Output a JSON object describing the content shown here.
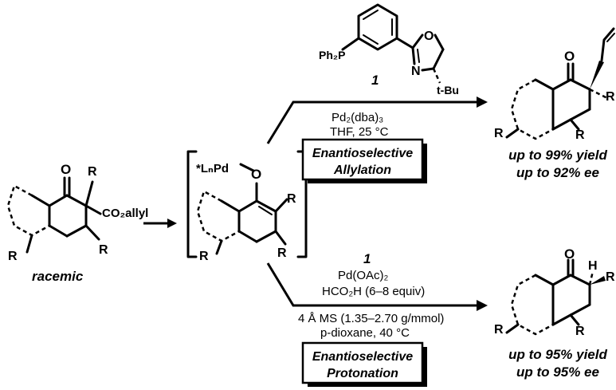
{
  "ligand": {
    "phosphine": "Ph₂P",
    "n_atom": "N",
    "o_atom": "O",
    "number": "1",
    "tbu": "t-Bu"
  },
  "start": {
    "carbonyl_o": "O",
    "r_quat": "R",
    "ester": "CO₂allyl",
    "r_ring_left": "R",
    "r_ring_right": "R",
    "label": "racemic"
  },
  "intermediate": {
    "pd_label": "*LₙPd",
    "enolate_o": "O",
    "r_vinyl": "R",
    "r_ring_left": "R",
    "r_ring_right": "R"
  },
  "allylation": {
    "reagent": "Pd₂(dba)₃",
    "conditions": "THF, 25 °C",
    "box_line1": "Enantioselective",
    "box_line2": "Allylation",
    "product_o": "O",
    "product_r_quat": "R",
    "product_r_left": "R",
    "product_r_right": "R",
    "yield": "up to 99% yield",
    "ee": "up to 92% ee"
  },
  "protonation": {
    "ligand_ref": "1",
    "reagent": "Pd(OAc)₂",
    "acid": "HCO₂H (6–8 equiv)",
    "sieves": "4 Å MS (1.35–2.70 g/mmol)",
    "solvent": "p-dioxane, 40 °C",
    "box_line1": "Enantioselective",
    "box_line2": "Protonation",
    "product_o": "O",
    "product_h": "H",
    "product_r": "R",
    "product_r_left": "R",
    "product_r_right": "R",
    "yield": "up to 95% yield",
    "ee": "up to 95% ee"
  }
}
